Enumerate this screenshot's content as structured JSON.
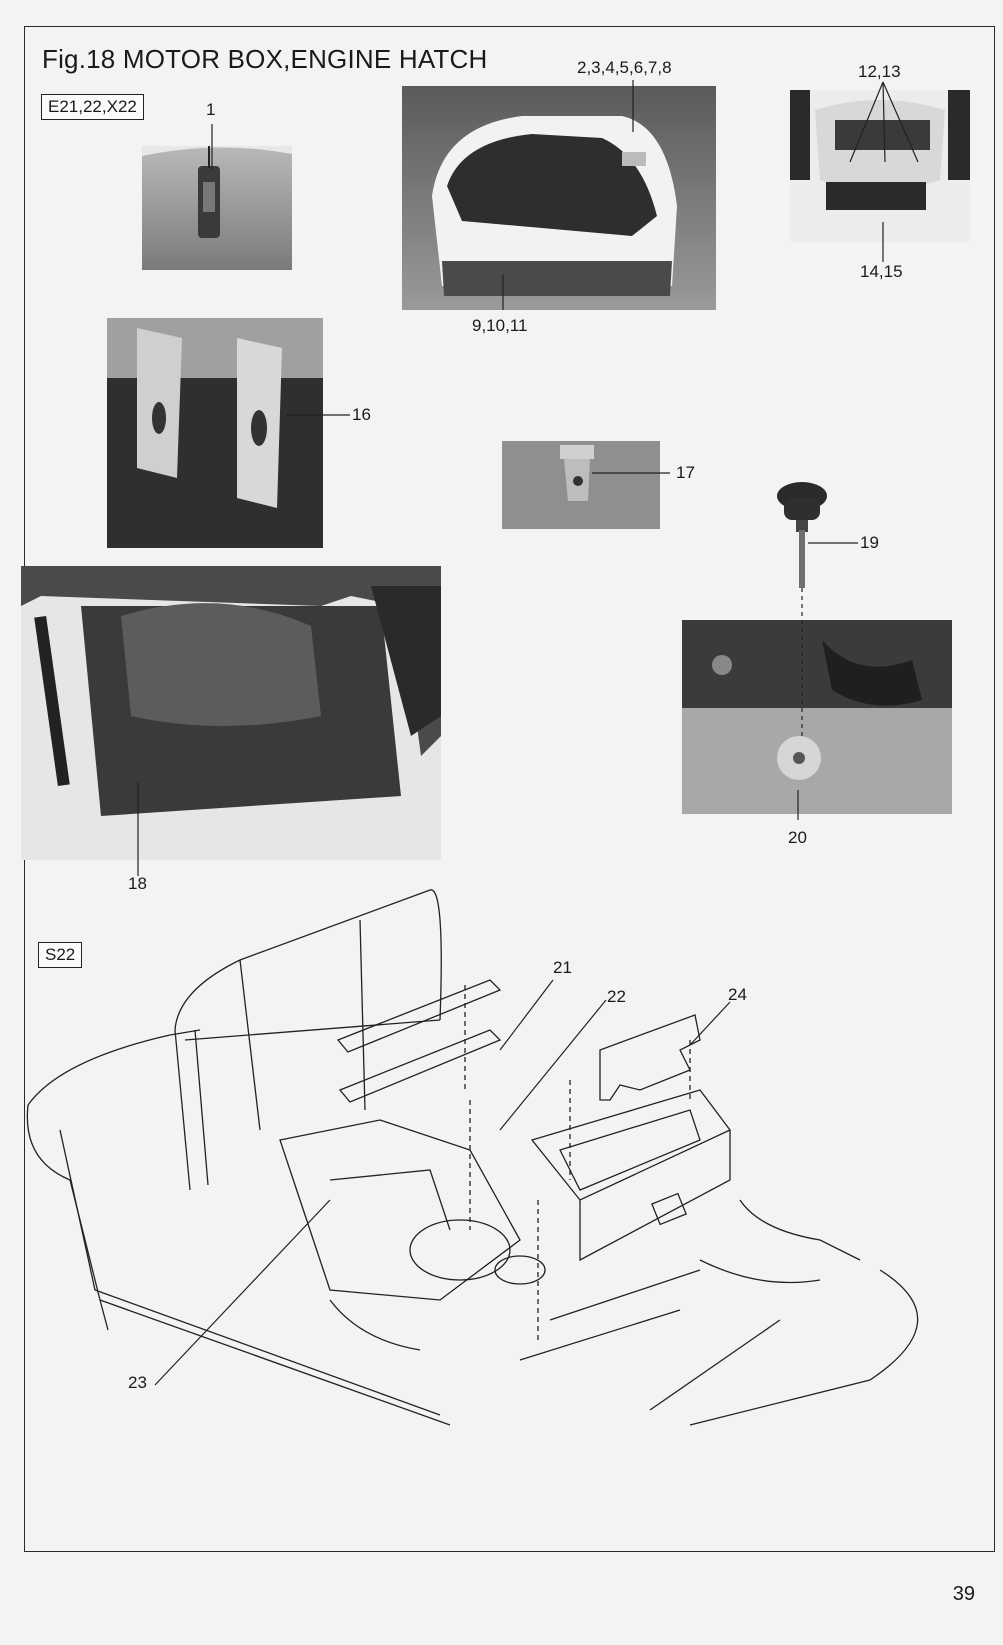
{
  "figure": {
    "title": "Fig.18 MOTOR BOX,ENGINE HATCH",
    "page_number": "39"
  },
  "model_groups": {
    "top": "E21,22,X22",
    "bottom": "S22"
  },
  "callouts": {
    "c1": "1",
    "c2_8": "2,3,4,5,6,7,8",
    "c9_11": "9,10,11",
    "c12_13": "12,13",
    "c14_15": "14,15",
    "c16": "16",
    "c17": "17",
    "c18": "18",
    "c19": "19",
    "c20": "20",
    "c21": "21",
    "c22": "22",
    "c23": "23",
    "c24": "24"
  }
}
